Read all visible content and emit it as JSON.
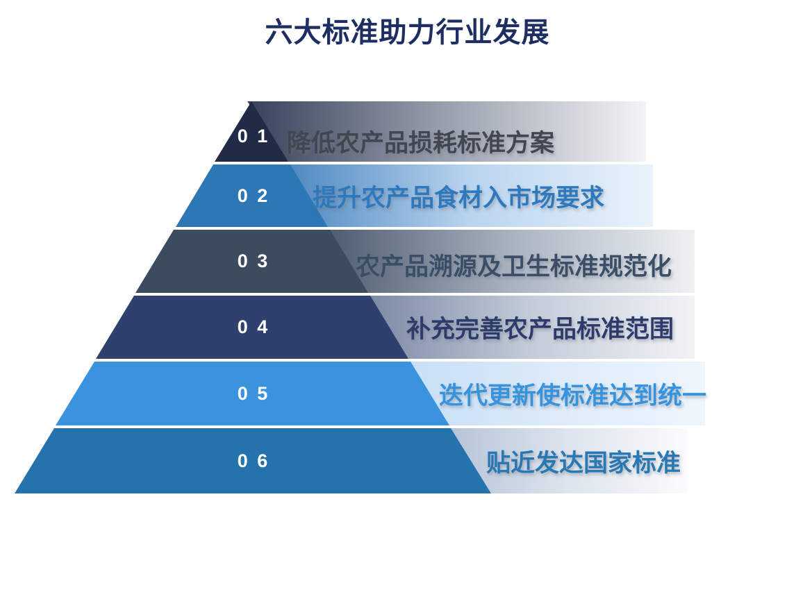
{
  "title": {
    "text": "六大标准助力行业发展",
    "color": "#1e2e63"
  },
  "levels": [
    {
      "number": "0 1",
      "label": "降低农产品损耗标准方案",
      "colors": {
        "solid": "#212b46",
        "text": "#414650",
        "band_start": "#38415a",
        "band_mid": "#9aa1ae",
        "band_end": "#f3f4f6"
      }
    },
    {
      "number": "0 2",
      "label": "提升农产品食材入市场要求",
      "colors": {
        "solid": "#2e77b5",
        "text": "#2e79bd",
        "band_start": "#4e88c1",
        "band_mid": "#b9d4ee",
        "band_end": "#eaf3fb"
      }
    },
    {
      "number": "0 3",
      "label": "农产品溯源及卫生标准规范化",
      "colors": {
        "solid": "#3d4b5e",
        "text": "#3a4e68",
        "band_start": "#4d5c70",
        "band_mid": "#a9b3c0",
        "band_end": "#eef1f4"
      }
    },
    {
      "number": "0 4",
      "label": "补充完善农产品标准范围",
      "colors": {
        "solid": "#30406e",
        "text": "#2c3b6b",
        "band_start": "#7b89a4",
        "band_mid": "#c4ccd9",
        "band_end": "#f1f3f6"
      }
    },
    {
      "number": "0 5",
      "label": "迭代更新使标准达到统一",
      "colors": {
        "solid": "#3b93dd",
        "text": "#3594dd",
        "band_start": "#c7dff6",
        "band_mid": "#ddebf9",
        "band_end": "#eff6fd"
      }
    },
    {
      "number": "0 6",
      "label": "贴近发达国家标准",
      "colors": {
        "solid": "#2473ad",
        "text": "#2878b3",
        "band_start": "#b6c4d7",
        "band_mid": "#dde4ed",
        "band_end": "#fafbfc"
      }
    }
  ]
}
